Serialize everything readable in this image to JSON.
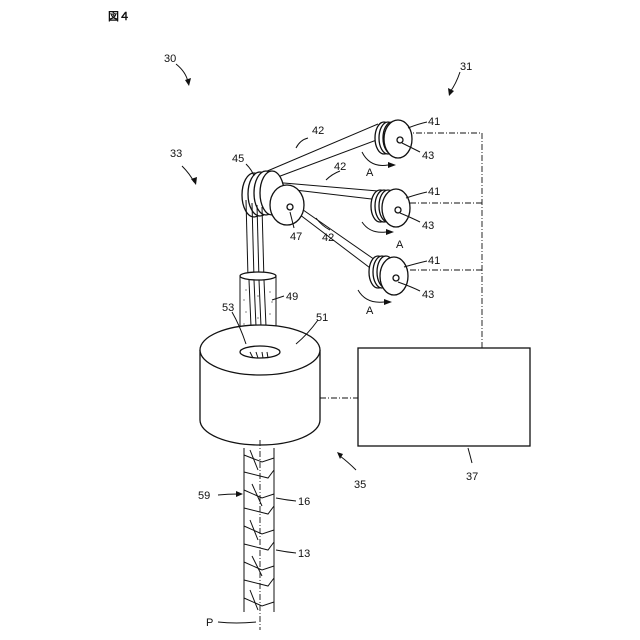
{
  "figure_title": "図４",
  "labels": {
    "n30": "30",
    "n31": "31",
    "n33": "33",
    "n35": "35",
    "n37": "37",
    "n41a": "41",
    "n41b": "41",
    "n41c": "41",
    "n43a": "43",
    "n43b": "43",
    "n43c": "43",
    "n42a": "42",
    "n42b": "42",
    "n42c": "42",
    "n45": "45",
    "n47": "47",
    "n49": "49",
    "n51": "51",
    "n53": "53",
    "n59": "59",
    "n16": "16",
    "n13": "13",
    "p": "P",
    "a1": "A",
    "a2": "A",
    "a3": "A"
  }
}
